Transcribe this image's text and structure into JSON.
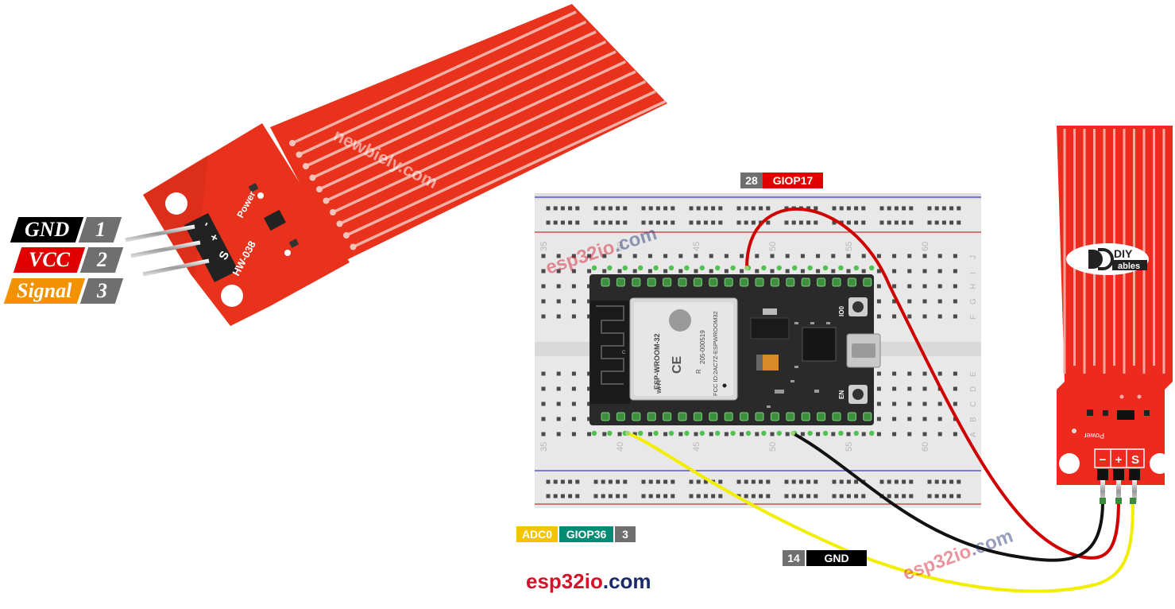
{
  "left_sensor": {
    "board_text": "HW-038",
    "power_text": "Power",
    "pin_marks": [
      "S",
      "+",
      "-"
    ],
    "pins": [
      {
        "name": "GND",
        "number": "1",
        "color": "#000000"
      },
      {
        "name": "VCC",
        "number": "2",
        "color": "#e10000"
      },
      {
        "name": "Signal",
        "number": "3",
        "color": "#f39200"
      }
    ],
    "watermark": "newbiely.com"
  },
  "breadboard": {
    "column_numbers": [
      "35",
      "40",
      "45",
      "50",
      "55",
      "60"
    ],
    "row_letters_top": [
      "J",
      "I",
      "H",
      "G",
      "F"
    ],
    "row_letters_bottom": [
      "E",
      "D",
      "C",
      "B",
      "A"
    ],
    "watermark_prefix": "esp32",
    "watermark_io": "io",
    "watermark_suffix": ".com"
  },
  "esp32": {
    "module_name": "ESP-WROOM-32",
    "fcc_text": "FCC ID:2AC7Z-ESPWROOM32",
    "cert_text": "205-000519",
    "ce_text": "CE",
    "r_text": "R",
    "wifi_text": "Wi Fi",
    "label_c": "C",
    "button_io0": "IO0",
    "button_en": "EN"
  },
  "right_sensor": {
    "logo_diy": "DIY",
    "logo_ables": "ables",
    "power_text": "Power",
    "pin_marks": [
      "−",
      "+",
      "S"
    ]
  },
  "labels": {
    "top": {
      "number": "28",
      "name": "GIOP17",
      "number_bg": "#6f6f6f",
      "name_bg": "#e10000"
    },
    "adc": {
      "adc": "ADC0",
      "name": "GIOP36",
      "number": "3",
      "adc_bg": "#f5c400",
      "name_bg": "#008b74",
      "number_bg": "#6f6f6f"
    },
    "gnd": {
      "number": "14",
      "name": "GND",
      "number_bg": "#6f6f6f",
      "name_bg": "#000000"
    }
  },
  "footer": {
    "site_prefix": "esp32",
    "site_io": "io",
    "site_suffix": ".com",
    "prefix_color": "#d2142a",
    "io_color": "#d2142a",
    "suffix_color": "#1a2b6b"
  },
  "wire_colors": {
    "signal": "#f2ee00",
    "vcc": "#d10000",
    "gnd": "#111111"
  }
}
